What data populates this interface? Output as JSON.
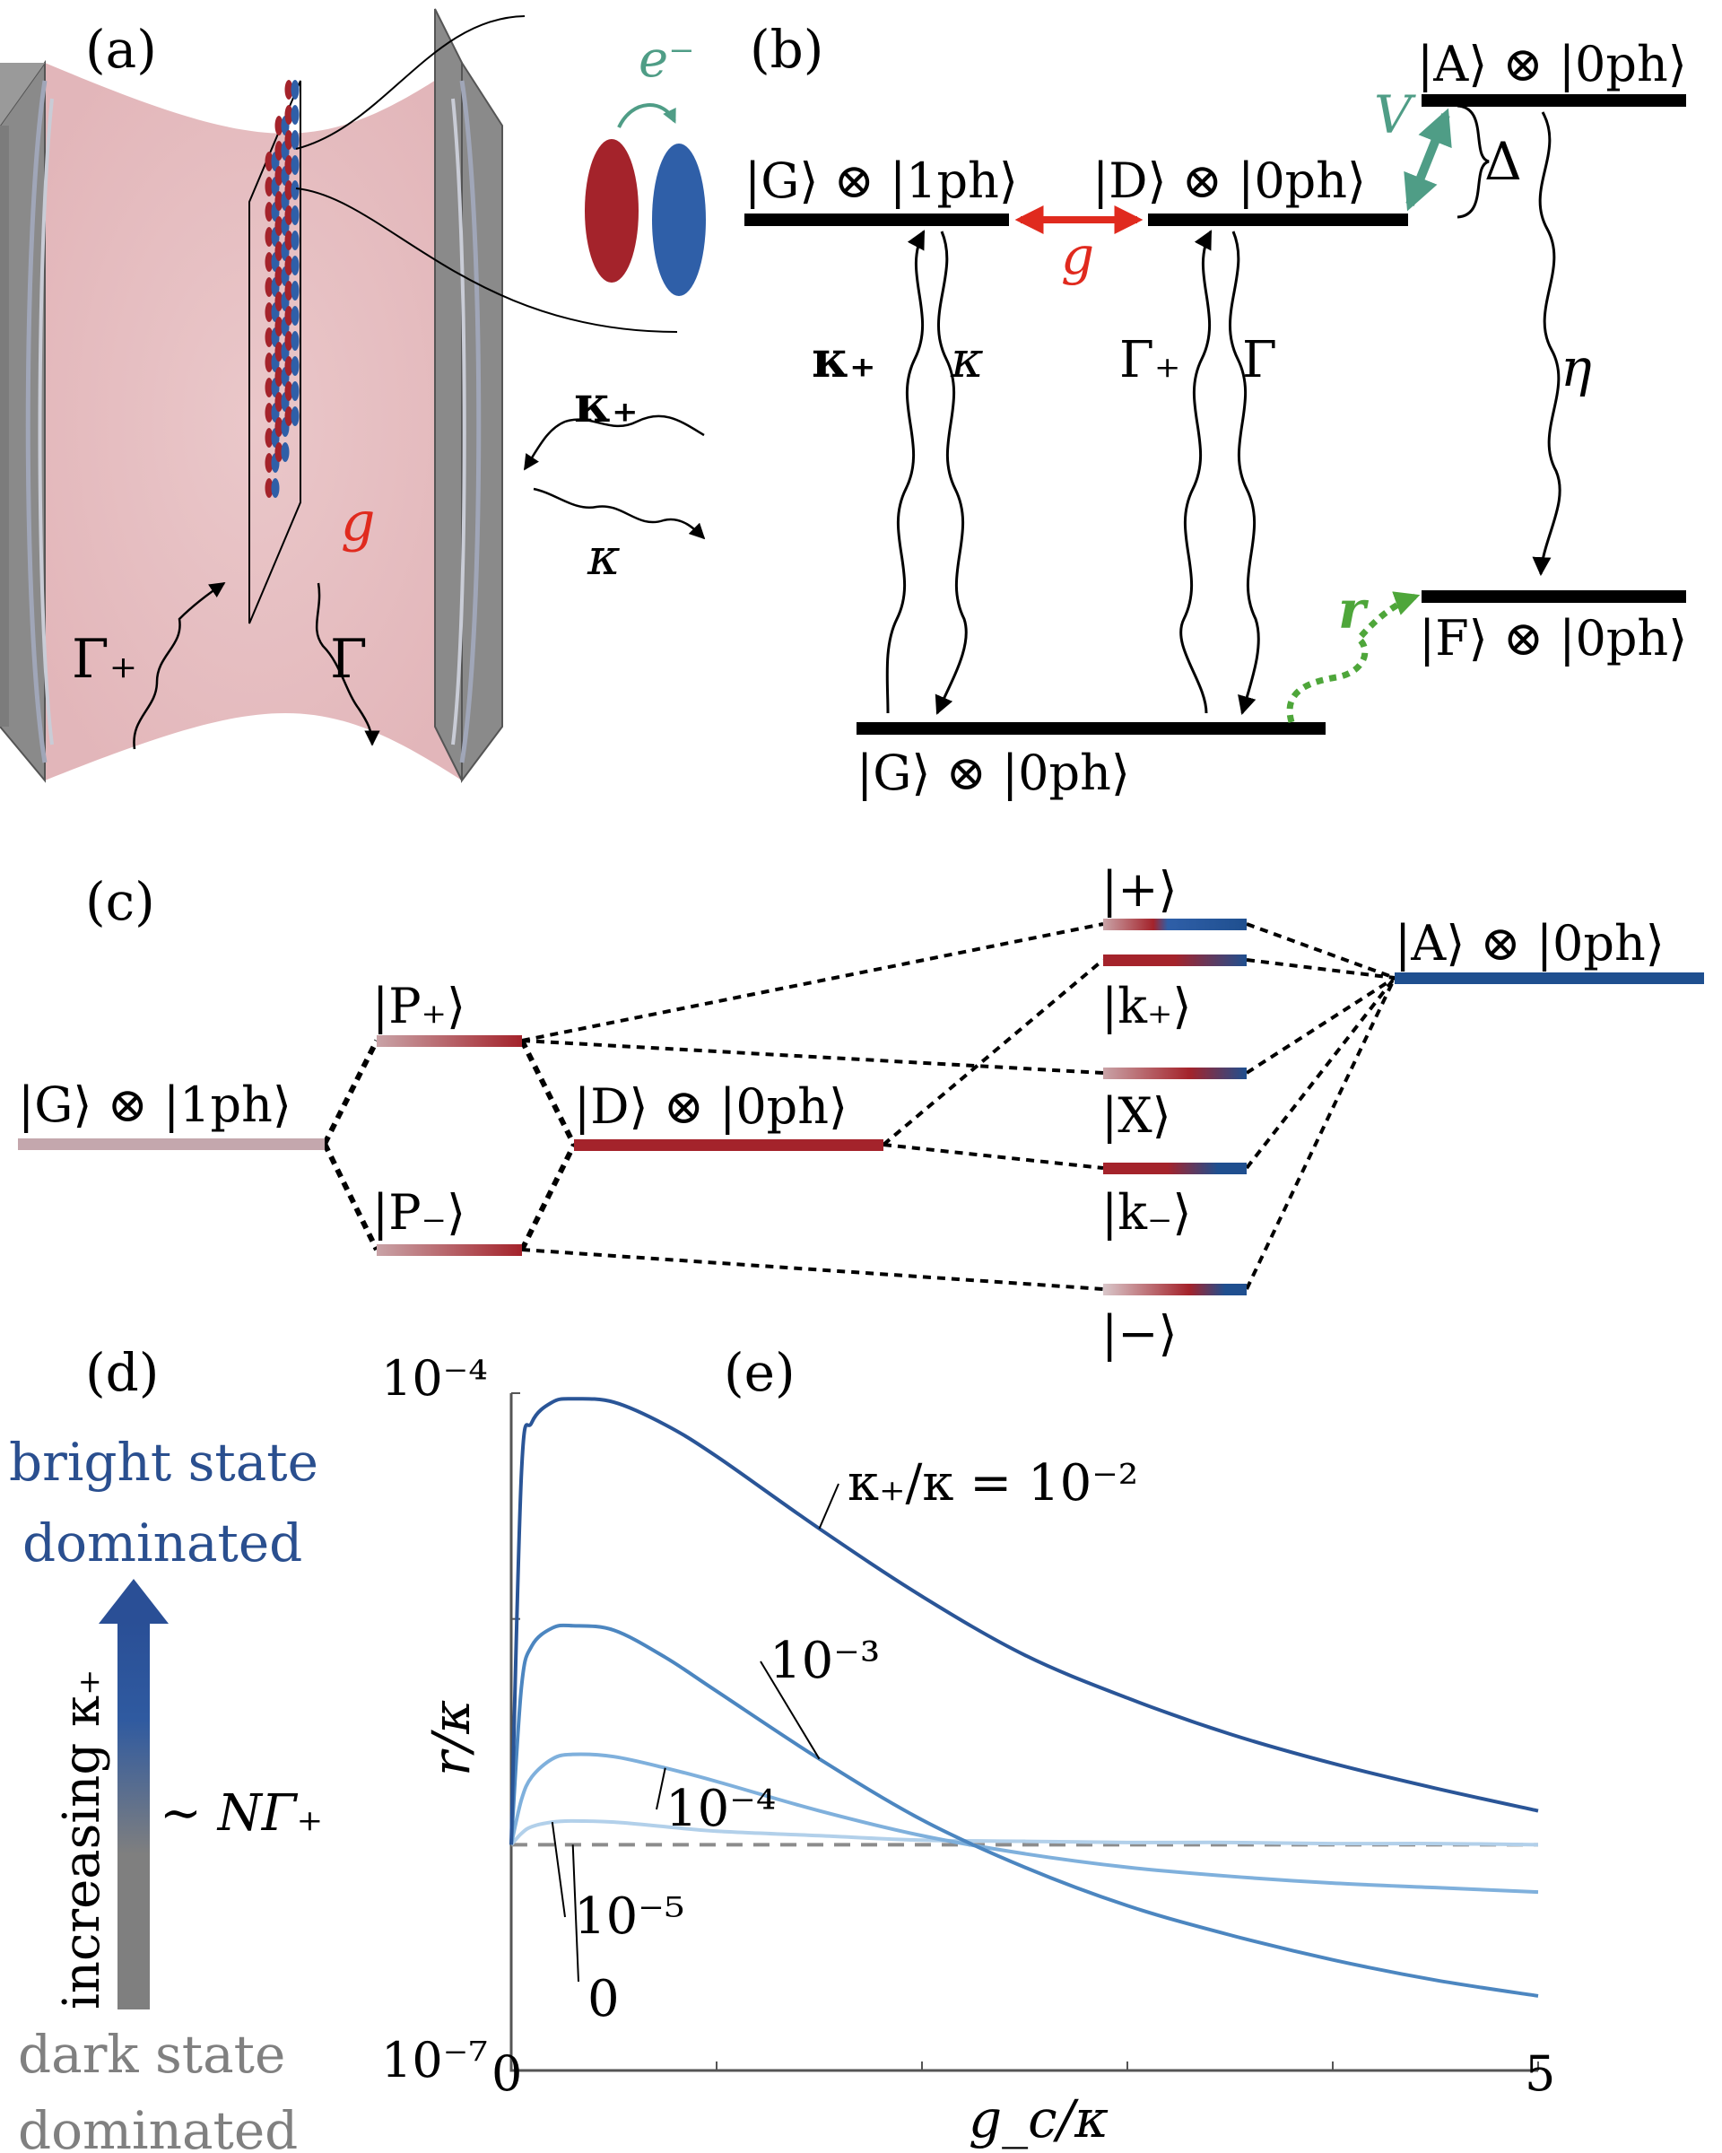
{
  "panels": {
    "a": "(a)",
    "b": "(b)",
    "c": "(c)",
    "d": "(d)",
    "e": "(e)"
  },
  "colors": {
    "red": "#a4232b",
    "blue": "#2f5fa8",
    "teal": "#4f9d86",
    "green": "#4ea63a",
    "coupling_red": "#e02a1e",
    "gray": "#808080",
    "dark_blue": "#2a4f8f"
  },
  "panel_a": {
    "electron": "e⁻",
    "coupling": "g",
    "kappa_plus": "κ₊",
    "kappa": "κ",
    "gamma_plus": "Γ₊",
    "gamma": "Γ"
  },
  "panel_b": {
    "state_G1": "|G⟩ ⊗ |1ph⟩",
    "state_D0": "|D⟩ ⊗ |0ph⟩",
    "state_A0": "|A⟩ ⊗ |0ph⟩",
    "state_F0": "|F⟩ ⊗ |0ph⟩",
    "state_G0": "|G⟩ ⊗ |0ph⟩",
    "g": "g",
    "V": "V",
    "Delta": "Δ",
    "eta": "η",
    "r": "r",
    "kappa_plus": "κ₊",
    "kappa": "κ",
    "gamma_plus": "Γ₊",
    "gamma": "Γ"
  },
  "panel_c": {
    "G1": "|G⟩ ⊗ |1ph⟩",
    "P_plus": "|P₊⟩",
    "P_minus": "|P₋⟩",
    "D0": "|D⟩ ⊗ |0ph⟩",
    "plus": "|+⟩",
    "k_plus": "|k₊⟩",
    "X": "|X⟩",
    "k_minus": "|k₋⟩",
    "minus": "|−⟩",
    "A0": "|A⟩ ⊗ |0ph⟩"
  },
  "panel_d": {
    "top_line1": "bright state",
    "top_line2": "dominated",
    "bottom_line1": "dark state",
    "bottom_line2": "dominated",
    "arrow_label": "increasing κ₊",
    "threshold": "∼ NΓ₊"
  },
  "chart_data": {
    "type": "line",
    "xlabel": "g_c/κ",
    "ylabel": "r/κ",
    "xlim": [
      0,
      5
    ],
    "ylim_log10": [
      -7,
      -4
    ],
    "ytick_labels": [
      "10⁻⁴",
      "10⁻⁷"
    ],
    "xtick_labels": [
      "0",
      "5"
    ],
    "x": [
      0,
      0.05,
      0.1,
      0.2,
      0.3,
      0.5,
      0.75,
      1,
      1.5,
      2,
      2.5,
      3,
      3.5,
      4,
      4.5,
      5
    ],
    "series": [
      {
        "name": "κ₊/κ = 10⁻²",
        "color": "#2a5597",
        "log10_values": [
          -6.0,
          -4.35,
          -4.13,
          -4.04,
          -4.025,
          -4.04,
          -4.14,
          -4.28,
          -4.6,
          -4.9,
          -5.16,
          -5.35,
          -5.51,
          -5.64,
          -5.75,
          -5.85
        ]
      },
      {
        "name": "10⁻³",
        "color": "#4c86c0",
        "log10_values": [
          -6.0,
          -5.3,
          -5.12,
          -5.04,
          -5.03,
          -5.05,
          -5.17,
          -5.32,
          -5.62,
          -5.89,
          -6.1,
          -6.27,
          -6.4,
          -6.51,
          -6.6,
          -6.67
        ]
      },
      {
        "name": "10⁻⁴",
        "color": "#7fb0dc",
        "log10_values": [
          -6.0,
          -5.8,
          -5.7,
          -5.62,
          -5.6,
          -5.61,
          -5.66,
          -5.72,
          -5.85,
          -5.96,
          -6.04,
          -6.1,
          -6.14,
          -6.17,
          -6.19,
          -6.21
        ]
      },
      {
        "name": "10⁻⁵",
        "color": "#b2d0ea",
        "log10_values": [
          -6.0,
          -5.95,
          -5.92,
          -5.9,
          -5.895,
          -5.9,
          -5.92,
          -5.94,
          -5.96,
          -5.98,
          -5.985,
          -5.99,
          -5.99,
          -5.995,
          -5.995,
          -6.0
        ]
      },
      {
        "name": "0",
        "color": "#8c8c8c",
        "dashed": true,
        "log10_values": [
          -6.0,
          -6.0,
          -6.0,
          -6.0,
          -6.0,
          -6.0,
          -6.0,
          -6.0,
          -6.0,
          -6.0,
          -6.0,
          -6.0,
          -6.0,
          -6.0,
          -6.0,
          -6.0
        ]
      }
    ]
  }
}
